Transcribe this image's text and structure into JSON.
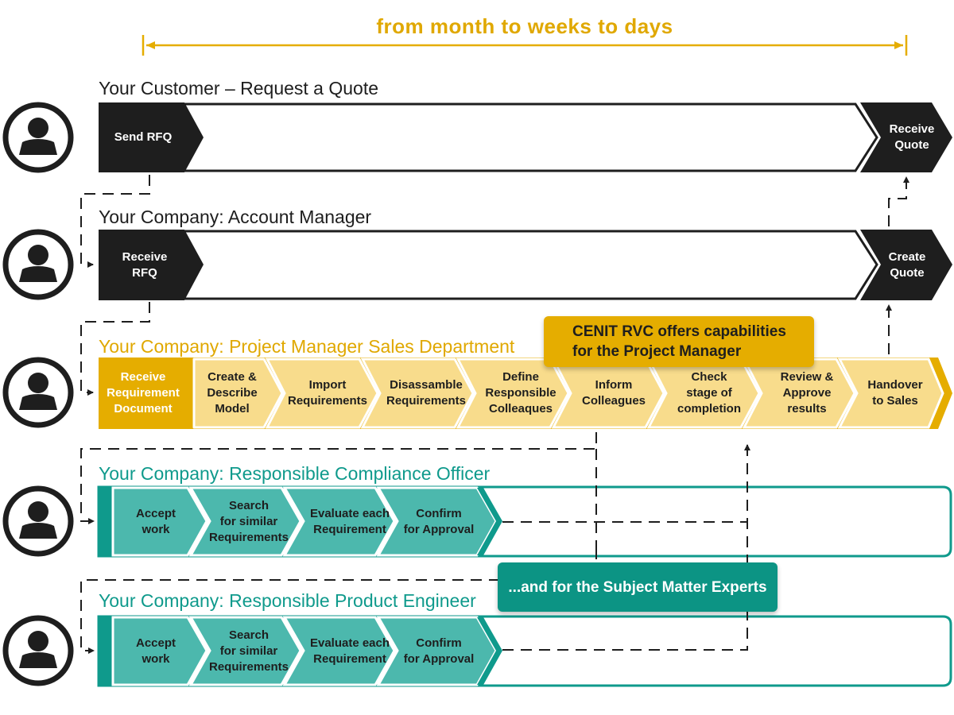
{
  "timeline": {
    "label": "from month to weeks to days"
  },
  "lanes": [
    {
      "title": "Your Customer – Request a Quote",
      "steps": [
        {
          "label": "Send RFQ"
        },
        {
          "label": "Receive\nQuote"
        }
      ]
    },
    {
      "title": "Your Company: Account Manager",
      "steps": [
        {
          "label": "Receive\nRFQ"
        },
        {
          "label": "Create\nQuote"
        }
      ]
    },
    {
      "title": "Your Company: Project Manager Sales Department",
      "steps": [
        {
          "label": "Receive\nRequirement\nDocument"
        },
        {
          "label": "Create &\nDescribe\nModel"
        },
        {
          "label": "Import\nRequirements"
        },
        {
          "label": "Disassamble\nRequirements"
        },
        {
          "label": "Define\nResponsible\nColleaques"
        },
        {
          "label": "Inform\nColleagues"
        },
        {
          "label": "Check\nstage of\ncompletion"
        },
        {
          "label": "Review &\nApprove\nresults"
        },
        {
          "label": "Handover\nto Sales"
        }
      ]
    },
    {
      "title": "Your Company: Responsible Compliance Officer",
      "steps": [
        {
          "label": "Accept\nwork"
        },
        {
          "label": "Search\nfor similar\nRequirements"
        },
        {
          "label": "Evaluate each\nRequirement"
        },
        {
          "label": "Confirm\nfor Approval"
        }
      ]
    },
    {
      "title": "Your Company: Responsible Product Engineer",
      "steps": [
        {
          "label": "Accept\nwork"
        },
        {
          "label": "Search\nfor similar\nRequirements"
        },
        {
          "label": "Evaluate each\nRequirement"
        },
        {
          "label": "Confirm\nfor Approval"
        }
      ]
    }
  ],
  "callouts": {
    "project_manager": "CENIT RVC offers capabilities\nfor the Project Manager",
    "experts": "...and for the Subject Matter Experts"
  },
  "colors": {
    "dark": "#1e1e1e",
    "gold": "#e5ad00",
    "gold_light": "#f8dc8c",
    "teal": "#0f9a8c",
    "teal_light": "#4cb8ad"
  },
  "icons": {
    "person": "person-icon"
  }
}
